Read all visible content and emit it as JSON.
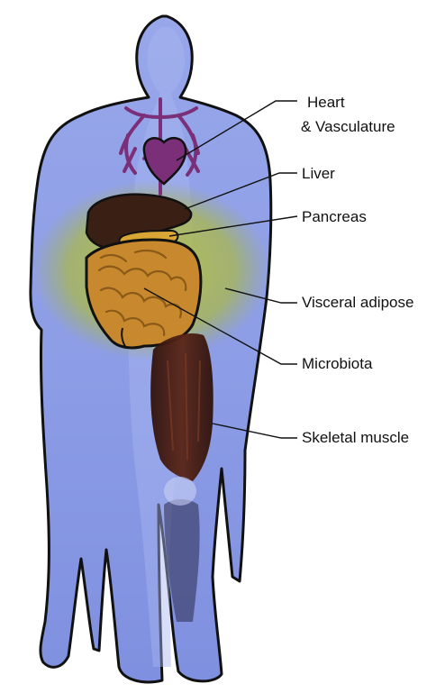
{
  "labels": {
    "heart_line1": "Heart",
    "heart_line2": "& Vasculature",
    "liver": "Liver",
    "pancreas": "Pancreas",
    "visceral_adipose": "Visceral adipose",
    "microbiota": "Microbiota",
    "skeletal_muscle": "Skeletal muscle"
  },
  "colors": {
    "body_fill": "#8f9ee6",
    "body_outline": "#111111",
    "adipose": "#b8c24a",
    "heart": "#7a2f78",
    "liver": "#3a1f14",
    "pancreas": "#d9a534",
    "intestine": "#c8892e",
    "muscle": "#4a1e14"
  }
}
